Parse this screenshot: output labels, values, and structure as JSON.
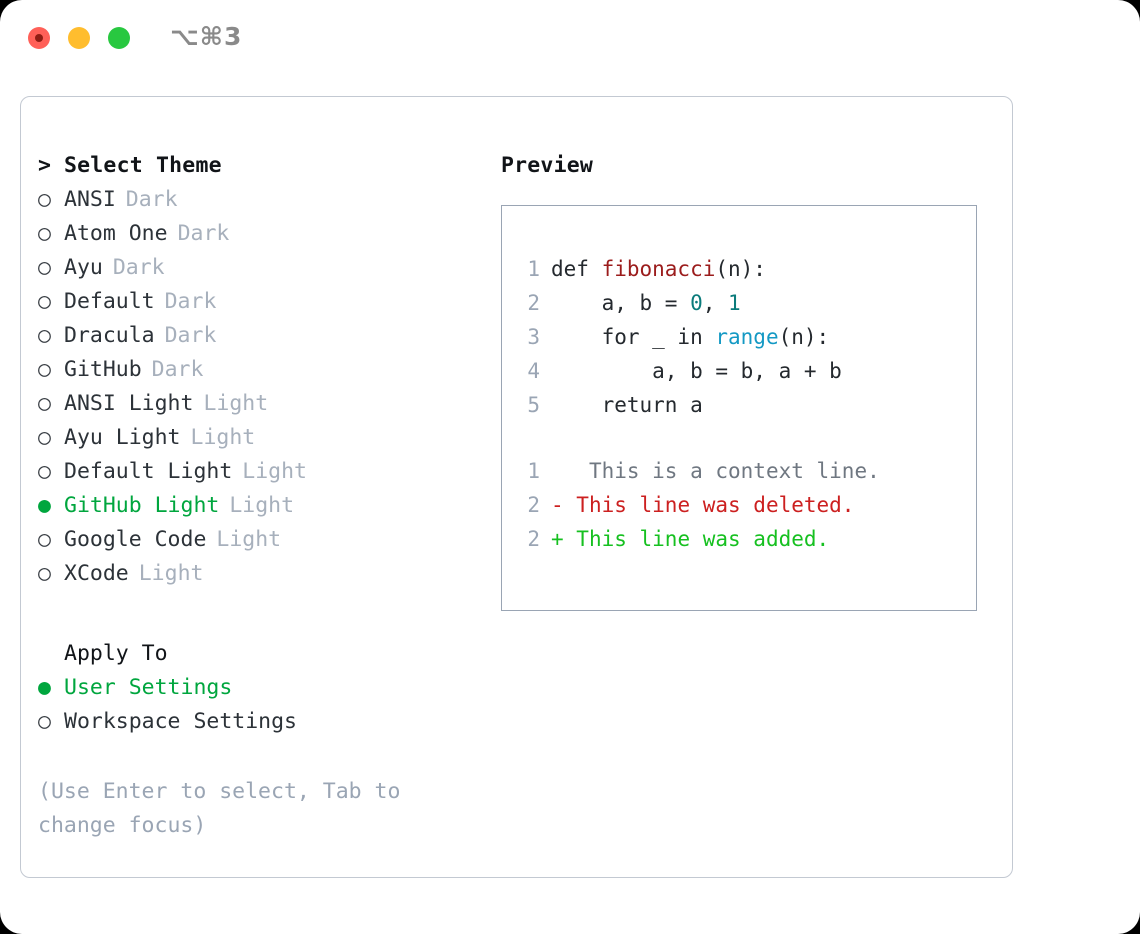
{
  "titlebar": {
    "shortcut": "⌥⌘3",
    "lights": [
      "close",
      "minimize",
      "maximize"
    ]
  },
  "theme_picker": {
    "heading": "Select Theme",
    "heading_caret": ">",
    "marker_unselected": "○",
    "marker_selected": "●",
    "items": [
      {
        "name": "ANSI",
        "variant": "Dark",
        "selected": false
      },
      {
        "name": "Atom One",
        "variant": "Dark",
        "selected": false
      },
      {
        "name": "Ayu",
        "variant": "Dark",
        "selected": false
      },
      {
        "name": "Default",
        "variant": "Dark",
        "selected": false
      },
      {
        "name": "Dracula",
        "variant": "Dark",
        "selected": false
      },
      {
        "name": "GitHub",
        "variant": "Dark",
        "selected": false
      },
      {
        "name": "ANSI Light",
        "variant": "Light",
        "selected": false
      },
      {
        "name": "Ayu Light",
        "variant": "Light",
        "selected": false
      },
      {
        "name": "Default Light",
        "variant": "Light",
        "selected": false
      },
      {
        "name": "GitHub Light",
        "variant": "Light",
        "selected": true
      },
      {
        "name": "Google Code",
        "variant": "Light",
        "selected": false
      },
      {
        "name": "XCode",
        "variant": "Light",
        "selected": false
      }
    ]
  },
  "apply_to": {
    "heading": "Apply To",
    "options": [
      {
        "label": "User Settings",
        "selected": true
      },
      {
        "label": "Workspace Settings",
        "selected": false
      }
    ]
  },
  "hint": "(Use Enter to select, Tab to change focus)",
  "preview": {
    "title": "Preview",
    "code": [
      {
        "no": "1",
        "segments": [
          {
            "t": "def ",
            "c": "plain"
          },
          {
            "t": "fibonacci",
            "c": "fn"
          },
          {
            "t": "(n):",
            "c": "plain"
          }
        ]
      },
      {
        "no": "2",
        "segments": [
          {
            "t": "    a, b = ",
            "c": "plain"
          },
          {
            "t": "0",
            "c": "num"
          },
          {
            "t": ", ",
            "c": "plain"
          },
          {
            "t": "1",
            "c": "num"
          }
        ]
      },
      {
        "no": "3",
        "segments": [
          {
            "t": "    for _ in ",
            "c": "plain"
          },
          {
            "t": "range",
            "c": "call"
          },
          {
            "t": "(n):",
            "c": "plain"
          }
        ]
      },
      {
        "no": "4",
        "segments": [
          {
            "t": "        a, b = b, a + b",
            "c": "plain"
          }
        ]
      },
      {
        "no": "5",
        "segments": [
          {
            "t": "    return a",
            "c": "plain"
          }
        ]
      }
    ],
    "diff": [
      {
        "no": "1",
        "marker": " ",
        "text": "  This is a context line.",
        "kind": "context"
      },
      {
        "no": "2",
        "marker": "-",
        "text": " This line was deleted.",
        "kind": "del"
      },
      {
        "no": "2",
        "marker": "+",
        "text": " This line was added.",
        "kind": "add"
      }
    ]
  },
  "colors": {
    "accent_green": "#00a63e",
    "diff_add": "#16c020",
    "diff_del": "#cc2020",
    "function_red": "#9b1c1c",
    "number_teal": "#0b7b7b",
    "call_blue": "#1499c4",
    "muted": "#a7b0bc",
    "border": "#9aa5b4"
  }
}
